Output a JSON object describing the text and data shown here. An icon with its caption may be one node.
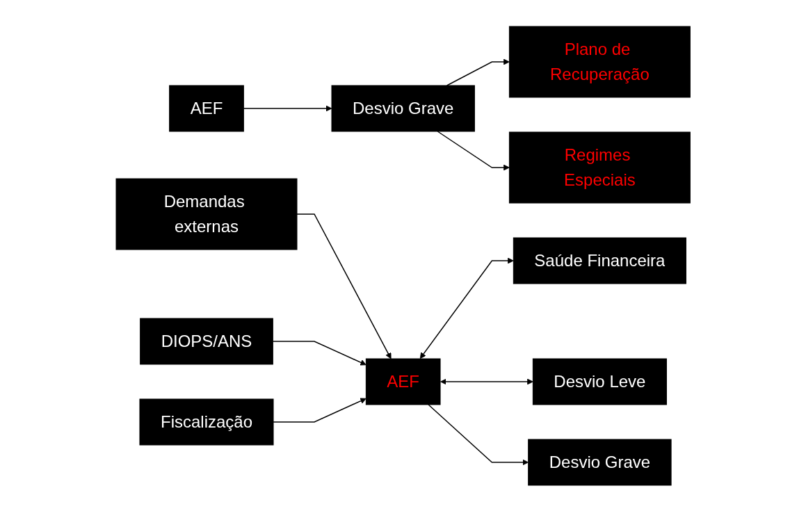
{
  "diagram": {
    "nodes": [
      {
        "text": [
          "AEF"
        ]
      },
      {
        "text": [
          "Desvio Grave"
        ]
      },
      {
        "text": [
          "Plano de Recuperação"
        ]
      },
      {
        "text": [
          "Regimes Especiais"
        ]
      },
      {
        "text": [
          "Demandas externas"
        ]
      },
      {
        "text": [
          "DIOPS/ANS"
        ]
      },
      {
        "text": [
          "Fiscalização"
        ]
      },
      {
        "text": [
          "AEF"
        ]
      },
      {
        "text": [
          "Saúde Financeira"
        ]
      },
      {
        "text": [
          "Desvio Leve"
        ]
      },
      {
        "text": [
          "Desvio Grave"
        ]
      }
    ],
    "edges": [
      {
        "from": 0,
        "to": 1,
        "arrow": "to"
      },
      {
        "from": 1,
        "to": 2,
        "arrow": "to"
      },
      {
        "from": 1,
        "to": 3,
        "arrow": "to"
      },
      {
        "from": 4,
        "to": 7,
        "arrow": "to"
      },
      {
        "from": 5,
        "to": 7,
        "arrow": "to"
      },
      {
        "from": 6,
        "to": 7,
        "arrow": "to"
      },
      {
        "from": 7,
        "to": 8,
        "arrow": "both"
      },
      {
        "from": 7,
        "to": 9,
        "arrow": "both"
      },
      {
        "from": 7,
        "to": 10,
        "arrow": "to"
      }
    ]
  }
}
